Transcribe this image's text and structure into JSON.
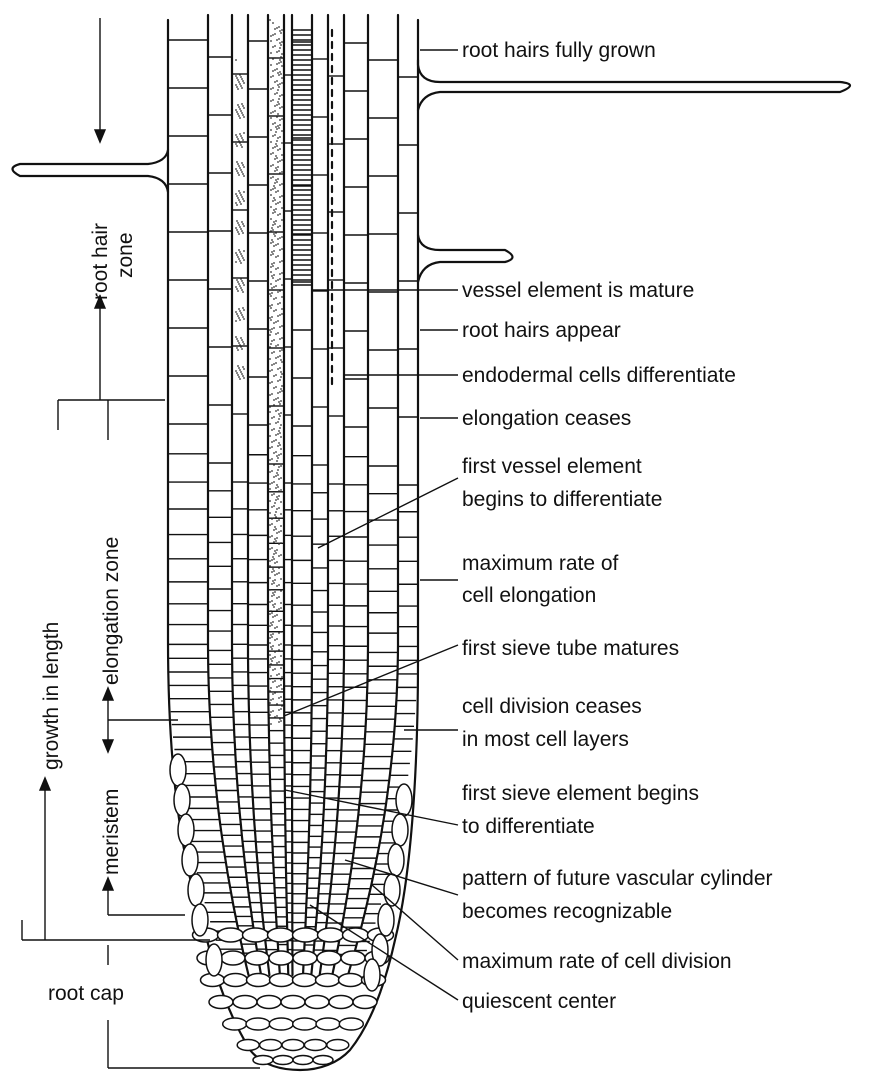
{
  "labels": {
    "root_hairs_fully_grown": "root hairs fully grown",
    "vessel_element_is_mature": "vessel element is mature",
    "root_hairs_appear": "root hairs appear",
    "endodermal_cells_differentiate": "endodermal cells differentiate",
    "elongation_ceases": "elongation ceases",
    "first_vessel_element_1": "first vessel element",
    "first_vessel_element_2": "begins to differentiate",
    "max_rate_elongation_1": "maximum rate of",
    "max_rate_elongation_2": "cell elongation",
    "first_sieve_tube_matures": "first sieve tube matures",
    "cell_division_ceases_1": "cell division ceases",
    "cell_division_ceases_2": "in most cell layers",
    "first_sieve_element_1": "first sieve element begins",
    "first_sieve_element_2": "to differentiate",
    "pattern_vascular_1": "pattern of future vascular cylinder",
    "pattern_vascular_2": "becomes recognizable",
    "max_rate_cell_division": "maximum rate of cell division",
    "quiescent_center": "quiescent center"
  },
  "zones": {
    "root_hair_zone_1": "root hair",
    "root_hair_zone_2": "zone",
    "elongation_zone": "elongation zone",
    "growth_in_length": "growth in length",
    "meristem": "meristem",
    "root_cap": "root cap"
  }
}
